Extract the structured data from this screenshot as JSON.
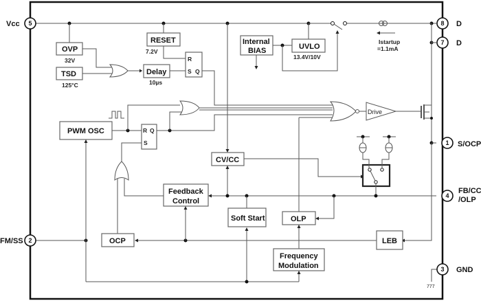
{
  "diagram": {
    "title": "Power IC internal block diagram",
    "pins": [
      {
        "number": "5",
        "name": "Vcc"
      },
      {
        "number": "8",
        "name": "D"
      },
      {
        "number": "7",
        "name": "D"
      },
      {
        "number": "1",
        "name": "S/OCP"
      },
      {
        "number": "4",
        "name": "FB/CC",
        "name2": "/OLP"
      },
      {
        "number": "2",
        "name": "FM/SS"
      },
      {
        "number": "3",
        "name": "GND"
      }
    ],
    "blocks": {
      "ovp": {
        "label": "OVP",
        "value": "32V"
      },
      "tsd": {
        "label": "TSD",
        "value": "125°C"
      },
      "reset": {
        "label": "RESET",
        "value": "7.2V"
      },
      "delay": {
        "label": "Delay",
        "value": "10µs"
      },
      "internal_bias": {
        "label1": "Internal",
        "label2": "BIAS"
      },
      "uvlo": {
        "label": "UVLO",
        "value": "13.4V/10V"
      },
      "pwm_osc": {
        "label": "PWM OSC"
      },
      "cvcc": {
        "label": "CV/CC"
      },
      "feedback": {
        "label1": "Feedback",
        "label2": "Control"
      },
      "soft_start": {
        "label": "Soft Start"
      },
      "olp": {
        "label": "OLP"
      },
      "ocp": {
        "label": "OCP"
      },
      "leb": {
        "label": "LEB"
      },
      "freq_mod": {
        "label1": "Frequency",
        "label2": "Modulation"
      },
      "drive": {
        "label": "Drive"
      }
    },
    "flipflops": {
      "ff1": {
        "r": "R",
        "s": "S",
        "q": "Q"
      },
      "ff2": {
        "r": "R",
        "q": "Q",
        "s": "S"
      }
    },
    "startup": {
      "label": "Istartup",
      "value": "=1.1mA"
    },
    "ground_symbol": "777"
  }
}
